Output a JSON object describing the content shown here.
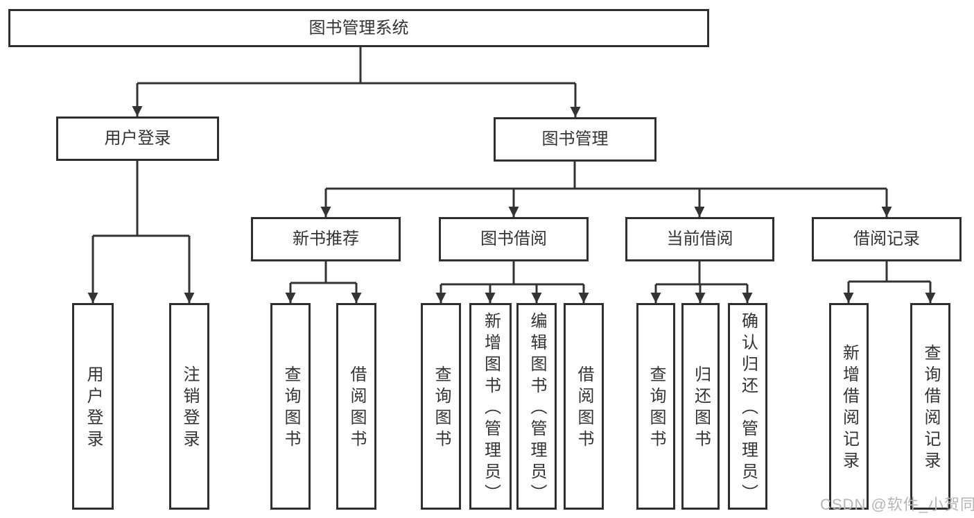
{
  "diagram": {
    "type": "functional-decomposition-tree",
    "nodes": {
      "root": "图书管理系统",
      "user_login": "用户登录",
      "book_mgmt": "图书管理",
      "new_book_rec": "新书推荐",
      "book_borrow": "图书借阅",
      "current_borrow": "当前借阅",
      "borrow_record": "借阅记录",
      "leaf_user_login": "用户登录",
      "leaf_logout": "注销登录",
      "leaf_query_book_a": "查询图书",
      "leaf_borrow_book_a": "借阅图书",
      "leaf_query_book_b": "查询图书",
      "leaf_add_book_admin": "新增图书（管理员）",
      "leaf_edit_book_admin": "编辑图书（管理员）",
      "leaf_borrow_book_b": "借阅图书",
      "leaf_query_book_c": "查询图书",
      "leaf_return_book": "归还图书",
      "leaf_confirm_return_admin": "确认归还（管理员）",
      "leaf_add_borrow_record": "新增借阅记录",
      "leaf_query_borrow_record": "查询借阅记录"
    },
    "hierarchy": {
      "图书管理系统": {
        "用户登录": [
          "用户登录",
          "注销登录"
        ],
        "图书管理": {
          "新书推荐": [
            "查询图书",
            "借阅图书"
          ],
          "图书借阅": [
            "查询图书",
            "新增图书（管理员）",
            "编辑图书（管理员）",
            "借阅图书"
          ],
          "当前借阅": [
            "查询图书",
            "归还图书",
            "确认归还（管理员）"
          ],
          "借阅记录": [
            "新增借阅记录",
            "查询借阅记录"
          ]
        }
      }
    }
  },
  "watermark": "CSDN @软件_小贺同学",
  "colors": {
    "line": "#333333",
    "box_border": "#2f2f2f",
    "text": "#333333",
    "watermark": "#b5b5b5",
    "background": "#ffffff"
  }
}
